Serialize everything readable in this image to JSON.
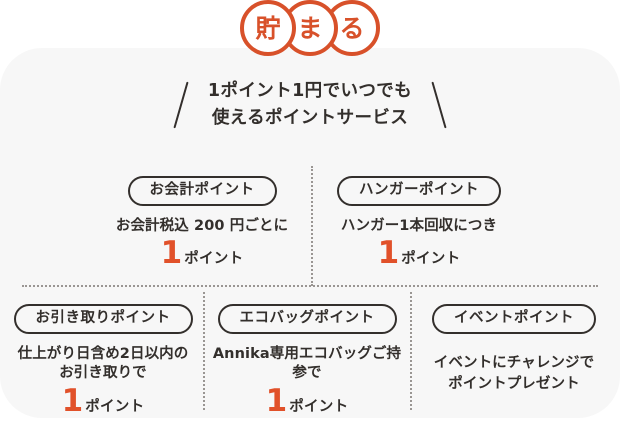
{
  "logo": {
    "chars": [
      "貯",
      "ま",
      "る"
    ],
    "color": "#d8512a"
  },
  "subtitle": {
    "text": "1ポイント1円でいつでも\n使えるポイントサービス"
  },
  "colors": {
    "accent": "#d8512a",
    "point_number": "#e1512a",
    "text": "#332f2c",
    "panel_bg": "#f7f7f7",
    "divider": "#9a9693"
  },
  "cards": {
    "accounting": {
      "pill": "お会計ポイント",
      "desc": "お会計税込 200 円ごとに",
      "number": "1",
      "unit": "ポイント"
    },
    "hanger": {
      "pill": "ハンガーポイント",
      "desc": "ハンガー1本回収につき",
      "number": "1",
      "unit": "ポイント"
    },
    "pickup": {
      "pill": "お引き取りポイント",
      "desc": "仕上がり日含め2日以内の\nお引き取りで",
      "number": "1",
      "unit": "ポイント"
    },
    "ecobag": {
      "pill": "エコバッグポイント",
      "desc": "Annika専用エコバッグご持参で",
      "number": "1",
      "unit": "ポイント"
    },
    "event": {
      "pill": "イベントポイント",
      "desc": "イベントにチャレンジで\nポイントプレゼント"
    }
  }
}
